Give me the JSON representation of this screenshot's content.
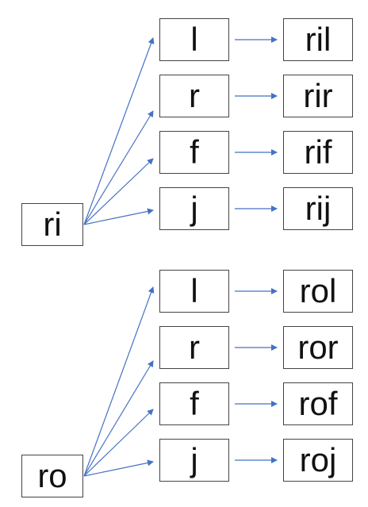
{
  "colors": {
    "arrow": "#4472C4",
    "border": "#444444",
    "text": "#111111"
  },
  "groups": [
    {
      "root": "ri",
      "letters": [
        "l",
        "r",
        "f",
        "j"
      ],
      "results": [
        "ril",
        "rir",
        "rif",
        "rij"
      ]
    },
    {
      "root": "ro",
      "letters": [
        "l",
        "r",
        "f",
        "j"
      ],
      "results": [
        "rol",
        "ror",
        "rof",
        "roj"
      ]
    }
  ]
}
